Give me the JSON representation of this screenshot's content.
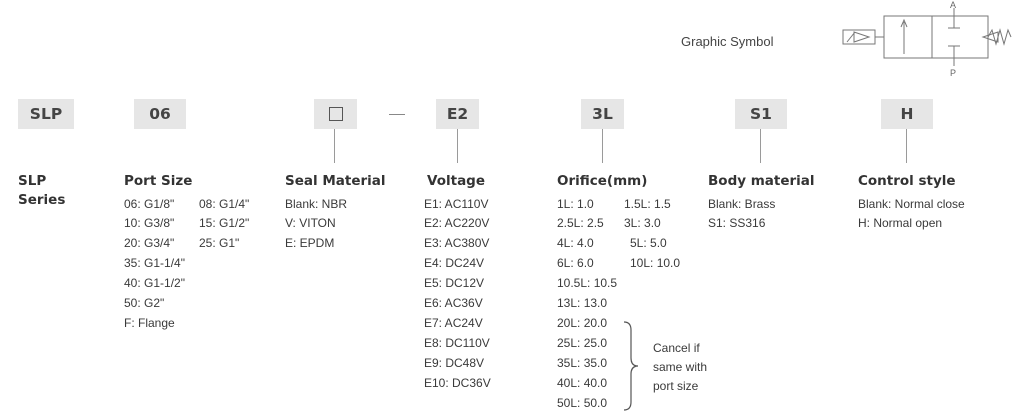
{
  "graphic_symbol": {
    "label": "Graphic Symbol",
    "port_a": "A",
    "port_p": "P"
  },
  "codes": {
    "series": "SLP",
    "port_size": "06",
    "voltage": "E2",
    "orifice": "3L",
    "body": "S1",
    "control": "H"
  },
  "sections": {
    "series": {
      "title_line1": "SLP",
      "title_line2": "Series"
    },
    "port_size": {
      "title": "Port Size",
      "items": [
        "06: G1/8\"",
        "08: G1/4\"",
        "10: G3/8\"",
        "15: G1/2\"",
        "20: G3/4\"",
        "25: G1\"",
        "35: G1-1/4\"",
        "40: G1-1/2\"",
        "50: G2\"",
        "F: Flange"
      ]
    },
    "seal": {
      "title": "Seal Material",
      "items": [
        "Blank: NBR",
        "V: VITON",
        "E: EPDM"
      ]
    },
    "voltage": {
      "title": "Voltage",
      "items": [
        "E1: AC110V",
        "E2: AC220V",
        "E3: AC380V",
        "E4: DC24V",
        "E5: DC12V",
        "E6: AC36V",
        "E7: AC24V",
        "E8: DC110V",
        "E9: DC48V",
        "E10: DC36V"
      ]
    },
    "orifice": {
      "title": "Orifice(mm)",
      "items": [
        "1L: 1.0",
        "1.5L: 1.5",
        "2.5L: 2.5",
        "3L: 3.0",
        "4L: 4.0",
        "5L: 5.0",
        "6L: 6.0",
        "10L: 10.0",
        "10.5L: 10.5",
        "13L: 13.0",
        "20L: 20.0",
        "25L: 25.0",
        "35L: 35.0",
        "40L: 40.0",
        "50L: 50.0"
      ],
      "note": [
        "Cancel if",
        "same with",
        "port size"
      ]
    },
    "body": {
      "title": "Body material",
      "items": [
        "Blank: Brass",
        "S1: SS316"
      ]
    },
    "control": {
      "title": "Control style",
      "items": [
        "Blank: Normal close",
        "H: Normal open"
      ]
    }
  }
}
